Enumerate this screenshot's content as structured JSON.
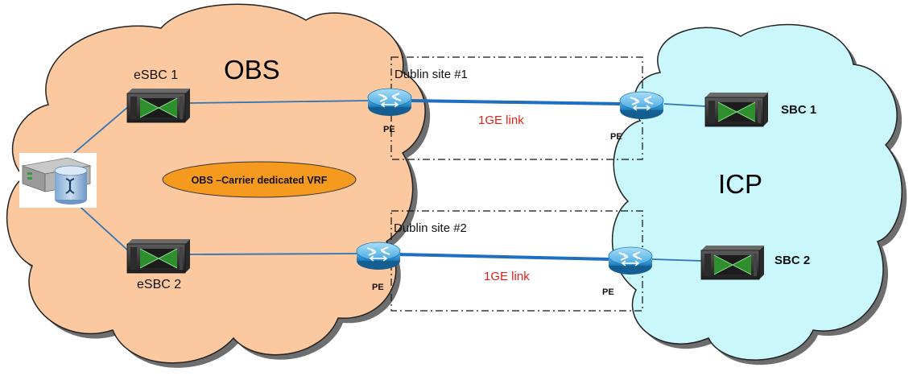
{
  "clouds": {
    "obs": {
      "title": "OBS",
      "color": "#fbc8a0"
    },
    "icp": {
      "title": "ICP",
      "color": "#c9f7fb"
    }
  },
  "vrf": {
    "label": "OBS –Carrier dedicated VRF",
    "color": "#f59a1e"
  },
  "sites": [
    {
      "label": "Dublin site #1",
      "link_label": "1GE link"
    },
    {
      "label": "Dublin site #2",
      "link_label": "1GE link"
    }
  ],
  "devices": {
    "esbc1": "eSBC 1",
    "esbc2": "eSBC 2",
    "sbc1": "SBC 1",
    "sbc2": "SBC 2",
    "pe": "PE"
  },
  "colors": {
    "thin_link": "#2f74b5",
    "thick_link": "#1f6fc0",
    "router": "#2a8fd0",
    "server_body": "#3b3b3b",
    "server_accent": "#3a9a3a"
  },
  "icons": [
    "router-icon",
    "sbc-server-icon",
    "database-server-icon"
  ]
}
